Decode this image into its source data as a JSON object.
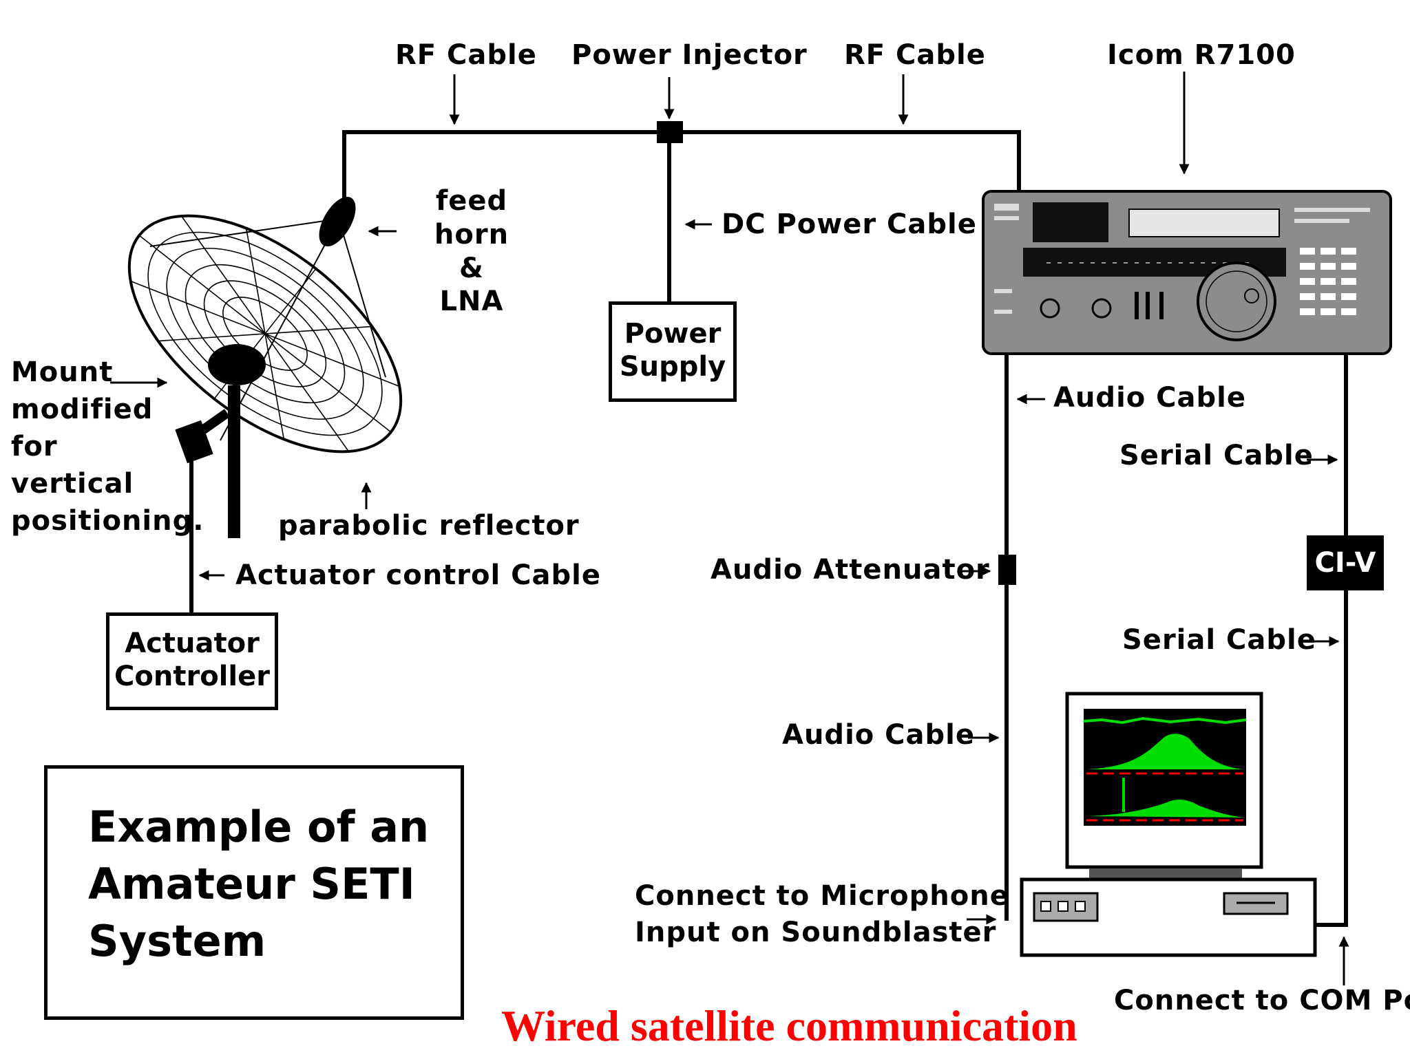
{
  "diagram": {
    "title": "Example of an\nAmateur SETI\nSystem",
    "caption": "Wired satellite communication",
    "labels": {
      "rf_cable_left": "RF Cable",
      "power_injector": "Power Injector",
      "rf_cable_right": "RF Cable",
      "icom_r7100": "Icom R7100",
      "feed_horn_lna": "feed horn\n&\nLNA",
      "dc_power_cable": "DC Power Cable",
      "mount_note": "Mount\nmodified\nfor\nvertical\npositioning.",
      "parabolic_reflector": "parabolic reflector",
      "actuator_control_cable": "Actuator control Cable",
      "audio_cable_top": "Audio Cable",
      "serial_cable_top": "Serial Cable",
      "audio_attenuator": "Audio Attenuator",
      "serial_cable_bottom": "Serial Cable",
      "audio_cable_bottom": "Audio Cable",
      "connect_microphone": "Connect to Microphone\nInput on Soundblaster",
      "connect_com_port": "Connect to COM Port"
    },
    "boxes": {
      "power_supply": "Power\nSupply",
      "actuator_controller": "Actuator\nController",
      "civ": "CI-V"
    }
  }
}
